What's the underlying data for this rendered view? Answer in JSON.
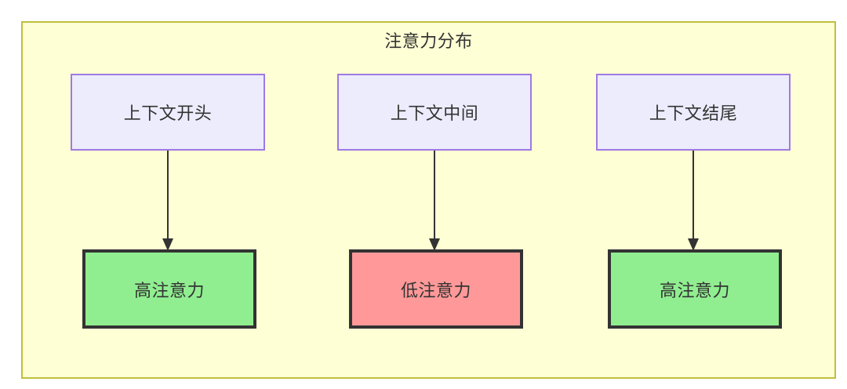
{
  "diagram": {
    "title": "注意力分布",
    "colors": {
      "container_background": "#ffffd5",
      "container_border": "#bfbf3f",
      "context_fill": "#ececfd",
      "context_border": "#9f79e3",
      "high_attention_fill": "#90ee90",
      "low_attention_fill": "#ff9999",
      "node_border_dark": "#333333",
      "edge": "#333333",
      "text": "#333333"
    },
    "context_nodes": [
      {
        "id": "context-start",
        "label": "上下文开头"
      },
      {
        "id": "context-middle",
        "label": "上下文中间"
      },
      {
        "id": "context-end",
        "label": "上下文结尾"
      }
    ],
    "attention_nodes": [
      {
        "id": "attention-start",
        "label": "高注意力",
        "level": "high"
      },
      {
        "id": "attention-middle",
        "label": "低注意力",
        "level": "low"
      },
      {
        "id": "attention-end",
        "label": "高注意力",
        "level": "high"
      }
    ]
  }
}
